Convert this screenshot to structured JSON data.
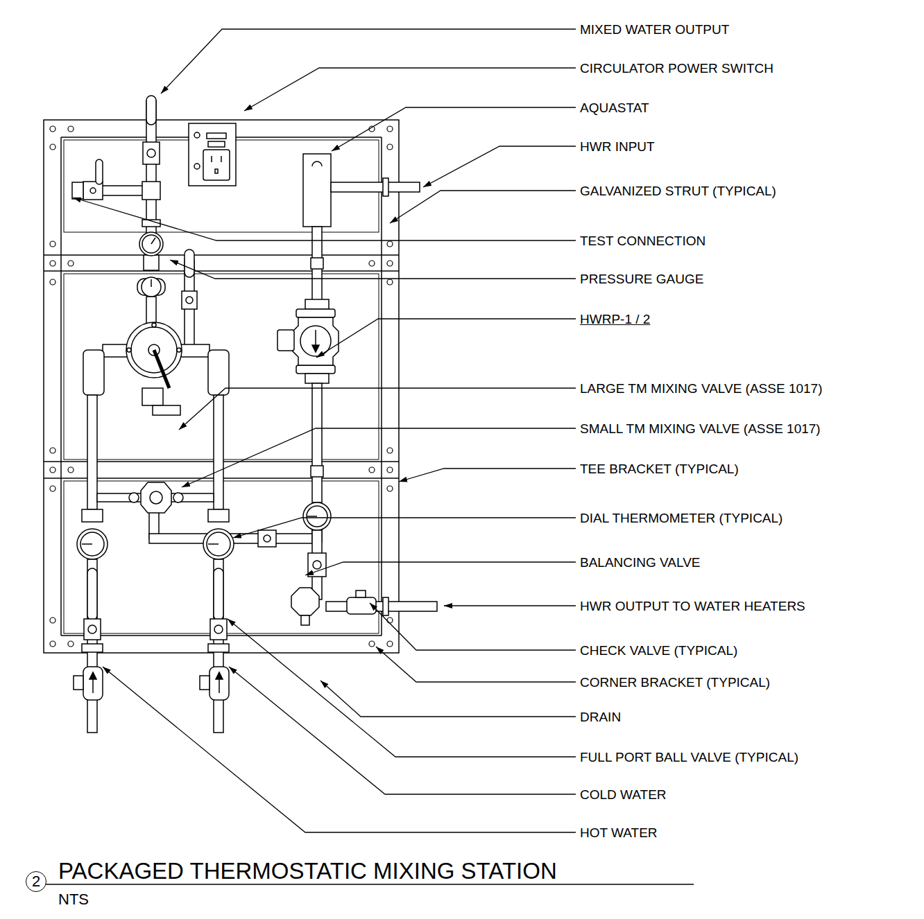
{
  "diagram": {
    "title": "PACKAGED THERMOSTATIC MIXING STATION",
    "nodes": [
      {
        "text": [
          "2"
        ]
      }
    ],
    "labels": [
      "MIXED WATER OUTPUT",
      "CIRCULATOR POWER SWITCH",
      "AQUASTAT",
      "HWR INPUT",
      "GALVANIZED STRUT (TYPICAL)",
      "TEST CONNECTION",
      "PRESSURE GAUGE",
      "HWRP-1 / 2",
      "LARGE TM MIXING VALVE (ASSE 1017)",
      "SMALL TM MIXING VALVE (ASSE 1017)",
      "TEE BRACKET (TYPICAL)",
      "DIAL THERMOMETER (TYPICAL)",
      "BALANCING VALVE",
      "HWR OUTPUT TO WATER HEATERS",
      "CHECK VALVE (TYPICAL)",
      "CORNER BRACKET (TYPICAL)",
      "DRAIN",
      "FULL PORT BALL VALVE (TYPICAL)",
      "COLD WATER",
      "HOT WATER",
      "NTS"
    ]
  }
}
